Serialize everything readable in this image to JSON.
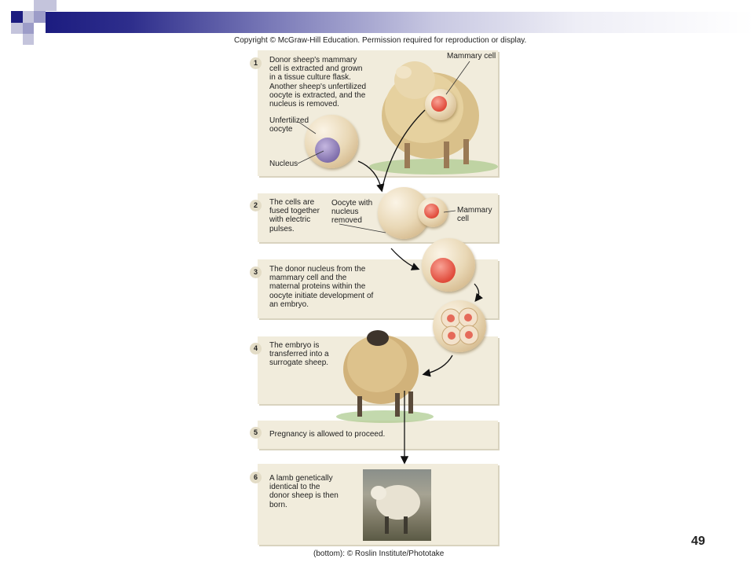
{
  "copyright": "Copyright © McGraw-Hill Education. Permission required for reproduction or display.",
  "steps": [
    {
      "num": "1",
      "text": "Donor sheep's mammary cell is extracted and grown in a tissue culture flask. Another sheep's unfertilized oocyte is extracted, and the nucleus is removed."
    },
    {
      "num": "2",
      "text": "The cells are fused together with electric pulses."
    },
    {
      "num": "3",
      "text": "The donor nucleus from the mammary cell and the maternal proteins within the oocyte initiate development of an embryo."
    },
    {
      "num": "4",
      "text": "The embryo is transferred into a surrogate sheep."
    },
    {
      "num": "5",
      "text": "Pregnancy is allowed to proceed."
    },
    {
      "num": "6",
      "text": "A lamb genetically identical to the donor sheep is then born."
    }
  ],
  "labels": {
    "mammary_cell_1": "Mammary cell",
    "unfertilized_oocyte": "Unfertilized oocyte",
    "nucleus": "Nucleus",
    "oocyte_removed": "Oocyte with nucleus removed",
    "mammary_cell_2": "Mammary cell"
  },
  "photo_credit": "(bottom): © Roslin Institute/Phototake",
  "page_number": "49",
  "colors": {
    "panel": "#f1ecdc",
    "header_dark": "#1c1c80",
    "header_light": "#9c9cc8",
    "nucleus_red": "#e04a3a",
    "nucleus_purple": "#7b6aa8"
  }
}
